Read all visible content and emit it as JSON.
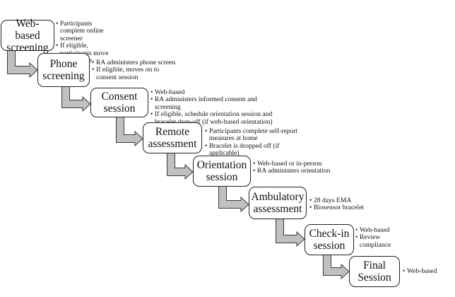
{
  "colors": {
    "arrow_fill": "#c0c0c0",
    "arrow_stroke": "#3a3a3a",
    "box_border": "#222222"
  },
  "steps": [
    {
      "title": "Web-based\nscreening",
      "notes": [
        "Participants complete online screener",
        "If eligible, participants move on to phone screen"
      ]
    },
    {
      "title": "Phone\nscreening",
      "notes": [
        "RA administers phone screen",
        "If eligible, moves on to consent session"
      ]
    },
    {
      "title": "Consent\nsession",
      "notes": [
        "Web-based",
        "RA administers informed consent and screening",
        "If eligible, schedule orientation session and bracelet drop-off (if web-based orientation)"
      ]
    },
    {
      "title": "Remote\nassessment",
      "notes": [
        "Participants complete self-report measures at home",
        "Bracelet is dropped off (if applicable)"
      ]
    },
    {
      "title": "Orientation\nsession",
      "notes": [
        "Web-based or in-person",
        "RA administers orientation"
      ]
    },
    {
      "title": "Ambulatory\nassessment",
      "notes": [
        "28 days EMA",
        "Biosensor bracelet"
      ]
    },
    {
      "title": "Check-in\nsession",
      "notes": [
        "Web-based",
        "Review compliance"
      ]
    },
    {
      "title": "Final\nSession",
      "notes": [
        "Web-based"
      ]
    }
  ]
}
